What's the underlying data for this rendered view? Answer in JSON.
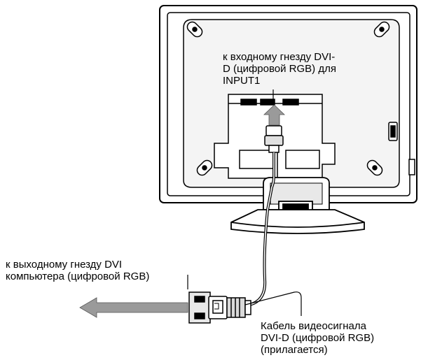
{
  "labels": {
    "input_connector": "к входному гнезду DVI-\nD (цифровой RGB) для\nINPUT1",
    "computer_output": "к выходному гнезду DVI\nкомпьютера (цифровой RGB)",
    "cable": "Кабель видеосигнала\nDVI-D (цифровой RGB)\n(прилагается)"
  },
  "colors": {
    "line": "#000000",
    "arrow_fill": "#9a9a9a",
    "panel_fill": "#ffffff",
    "shade": "#d9d9d9"
  },
  "icons": [
    "screw-hole-icon",
    "arrow-up-icon",
    "arrow-left-icon",
    "dvi-connector-icon"
  ]
}
